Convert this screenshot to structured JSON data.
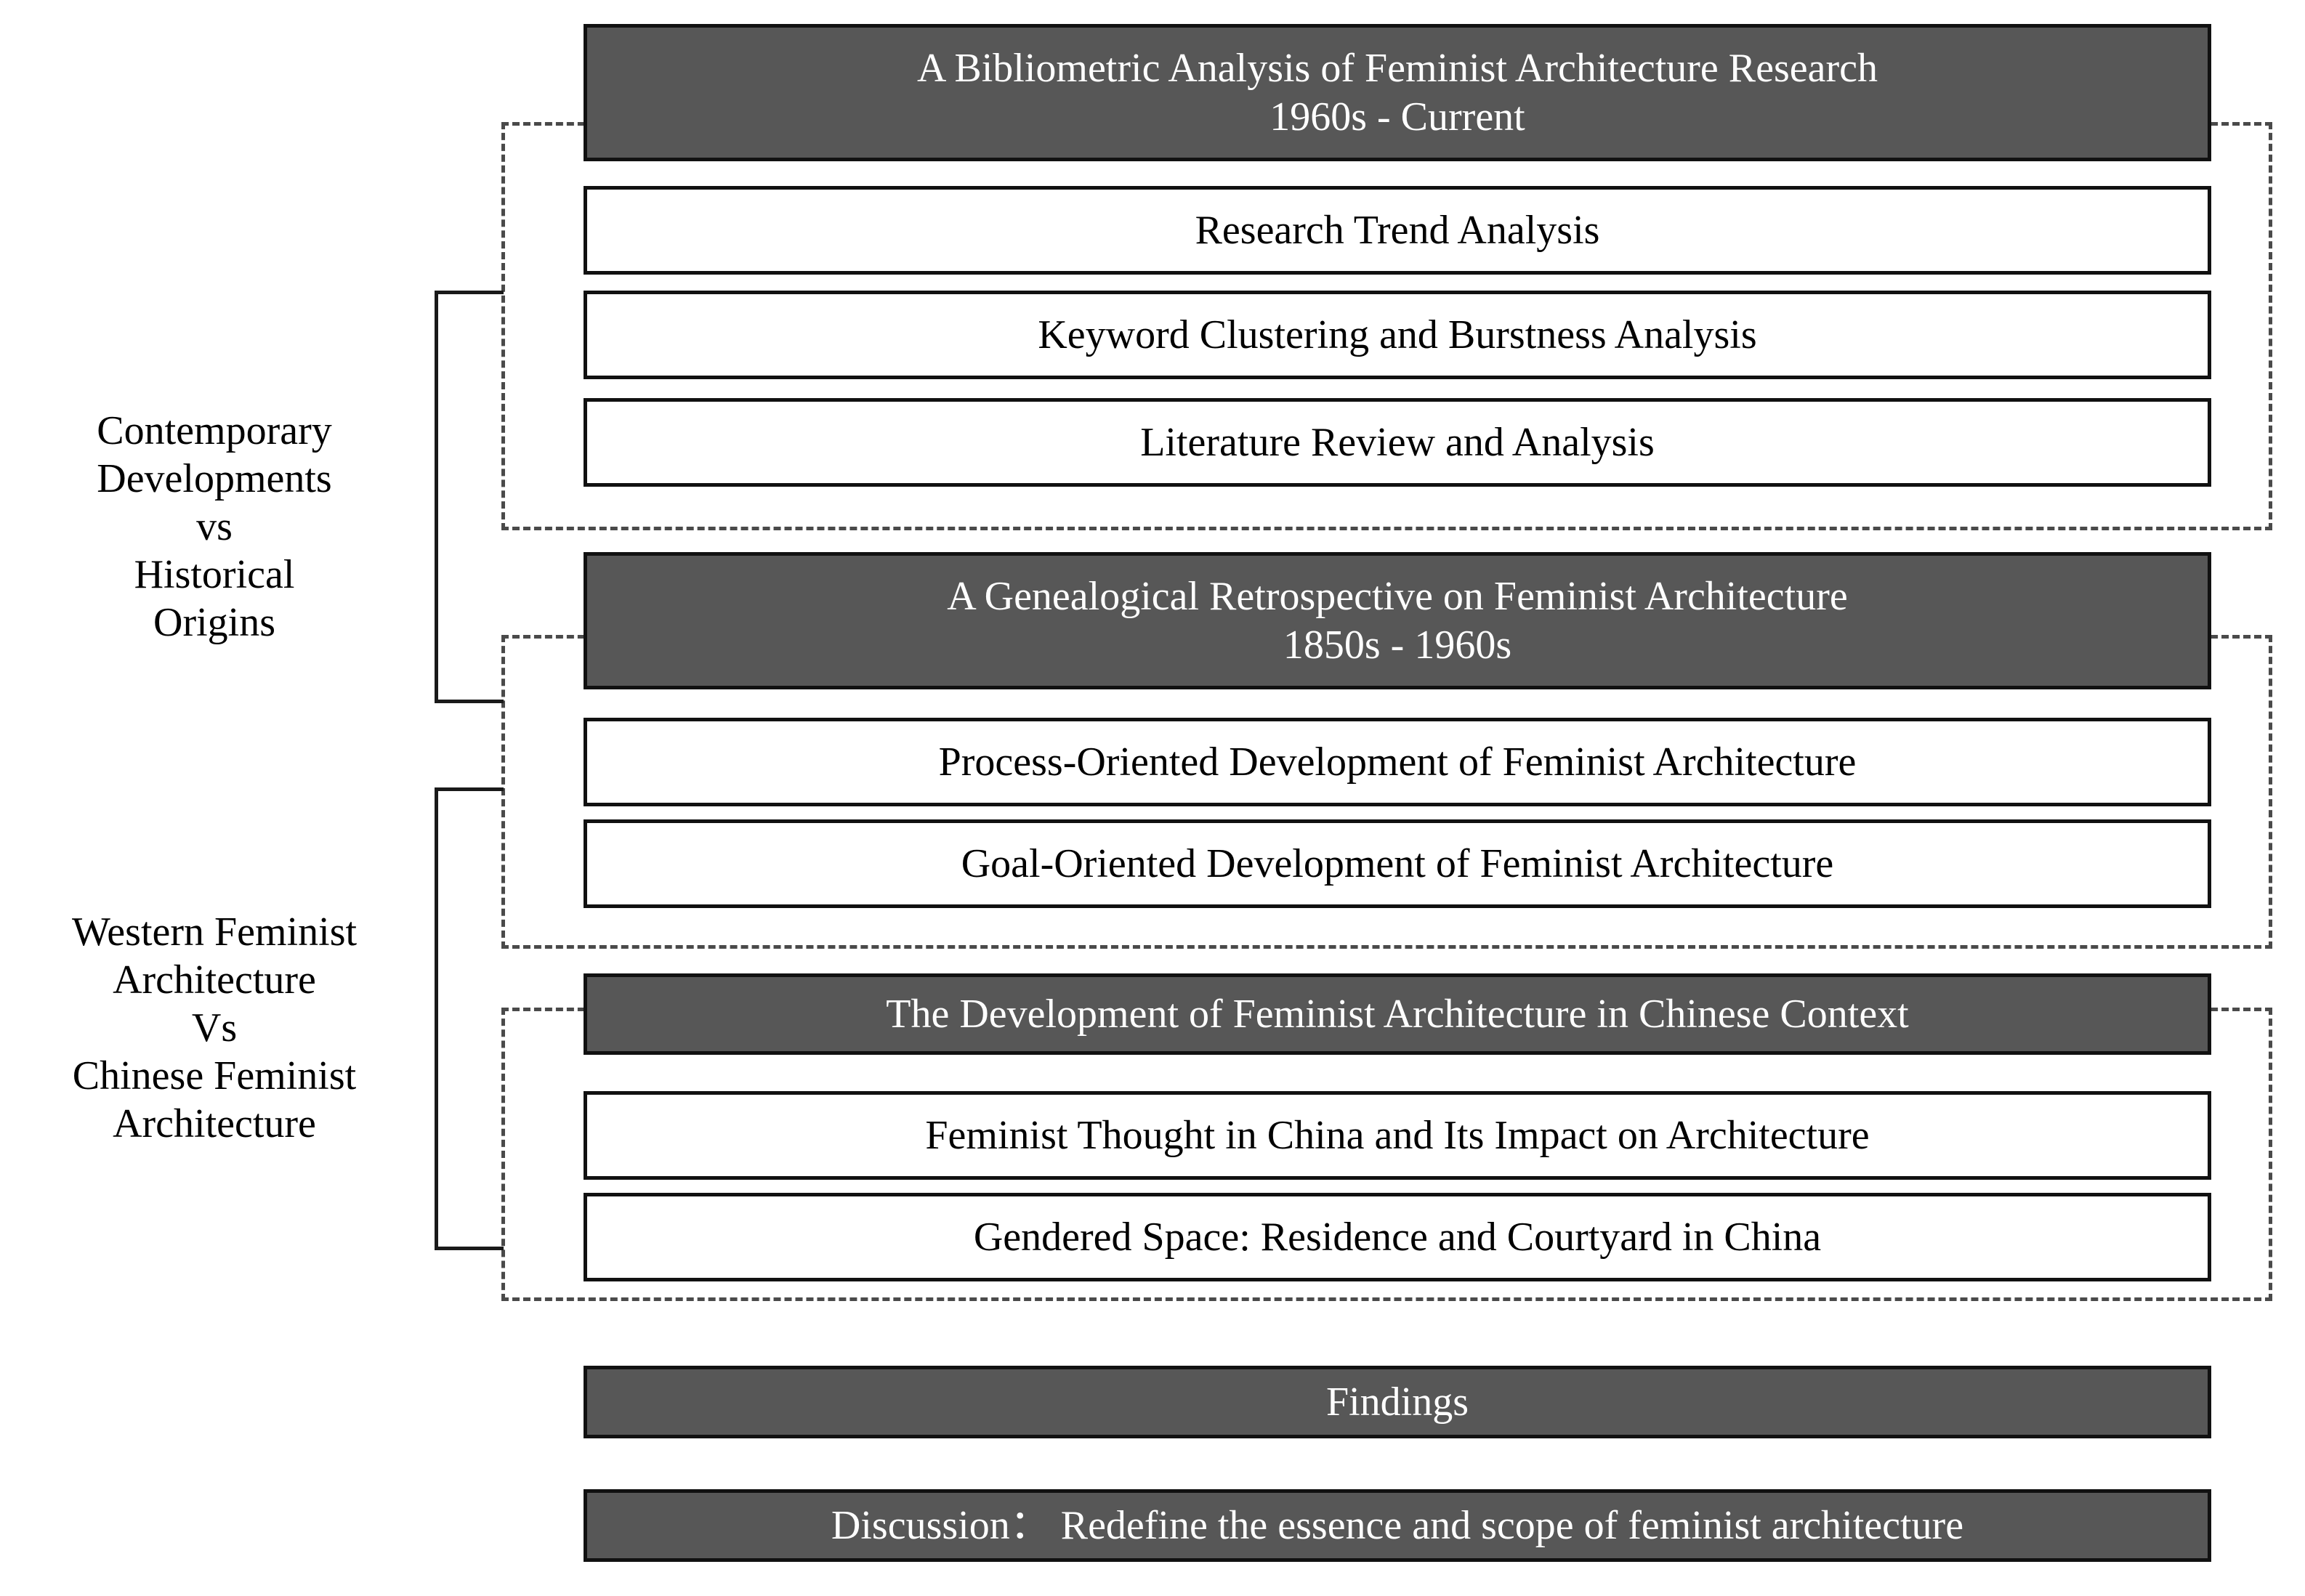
{
  "diagram": {
    "title": "A Bibliometric Analysis of Feminist Architecture Research framework diagram",
    "colors": {
      "header_fill": "#575757",
      "header_text": "#ffffff",
      "box_fill": "#ffffff",
      "box_text": "#000000",
      "border": "#111111",
      "dashed_border": "#4a4a4a",
      "background": "#ffffff"
    }
  },
  "side_labels": [
    {
      "text": "Contemporary\nDevelopments\nvs\nHistorical\nOrigins"
    },
    {
      "text": "Western Feminist\nArchitecture\nVs\nChinese Feminist\nArchitecture"
    }
  ],
  "groups": [
    {
      "header": "A Bibliometric Analysis of Feminist Architecture Research\n1960s - Current",
      "items": [
        "Research Trend Analysis",
        "Keyword Clustering and Burstness Analysis",
        "Literature Review and Analysis"
      ]
    },
    {
      "header": "A Genealogical Retrospective on Feminist Architecture\n1850s - 1960s",
      "items": [
        "Process-Oriented Development of Feminist Architecture",
        "Goal-Oriented Development of Feminist Architecture"
      ]
    },
    {
      "header": "The Development of Feminist Architecture in Chinese Context",
      "items": [
        "Feminist Thought in China and Its Impact on Architecture",
        "Gendered Space: Residence and Courtyard in China"
      ]
    }
  ],
  "footer": [
    {
      "text": "Findings"
    },
    {
      "text": "Discussion： Redefine the essence and scope of feminist architecture"
    }
  ]
}
